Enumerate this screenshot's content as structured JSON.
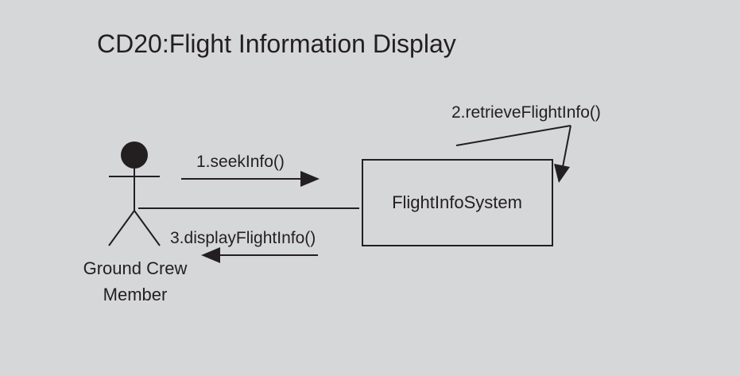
{
  "diagram": {
    "title": "CD20:Flight Information Display",
    "actor": {
      "name_line1": "Ground Crew",
      "name_line2": "Member"
    },
    "object": {
      "name": "FlightInfoSystem"
    },
    "messages": [
      {
        "label": "1.seekInfo()",
        "direction": "actor-to-object"
      },
      {
        "label": "2.retrieveFlightInfo()",
        "direction": "self"
      },
      {
        "label": "3.displayFlightInfo()",
        "direction": "object-to-actor"
      }
    ],
    "colors": {
      "background": "#d6d7d9",
      "ink": "#231f20"
    }
  }
}
